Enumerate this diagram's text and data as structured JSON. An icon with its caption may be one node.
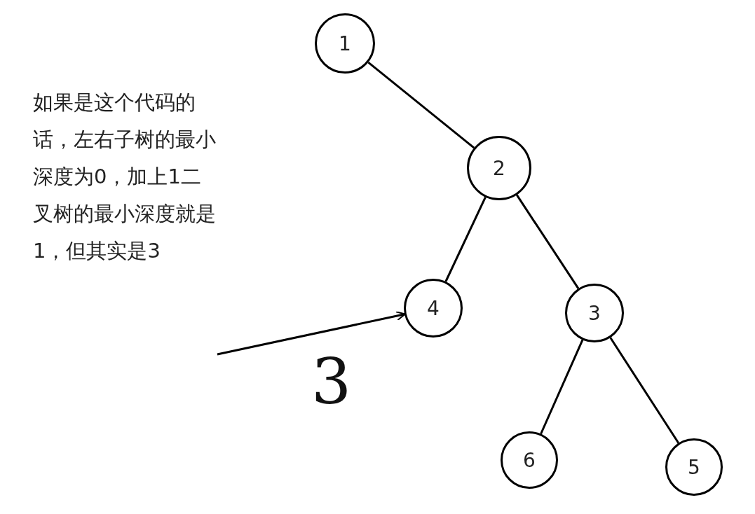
{
  "diagram": {
    "nodes": [
      {
        "text": [
          "1"
        ]
      },
      {
        "text": [
          "2"
        ]
      },
      {
        "text": [
          "4"
        ]
      },
      {
        "text": [
          "3"
        ]
      },
      {
        "text": [
          "6"
        ]
      },
      {
        "text": [
          "5"
        ]
      }
    ],
    "edges": [
      {
        "from": 0,
        "to": 1,
        "arrow": "none"
      },
      {
        "from": 1,
        "to": 2,
        "arrow": "none"
      },
      {
        "from": 1,
        "to": 3,
        "arrow": "none"
      },
      {
        "from": 3,
        "to": 4,
        "arrow": "none"
      },
      {
        "from": 3,
        "to": 5,
        "arrow": "none"
      },
      {
        "from": null,
        "to": 2,
        "arrow": "to",
        "label": "3"
      }
    ],
    "labels": [
      "如果是这个代码的话，左右子树的最小深度为0，加上1二叉树的最小深度就是1，但其实是3"
    ]
  }
}
